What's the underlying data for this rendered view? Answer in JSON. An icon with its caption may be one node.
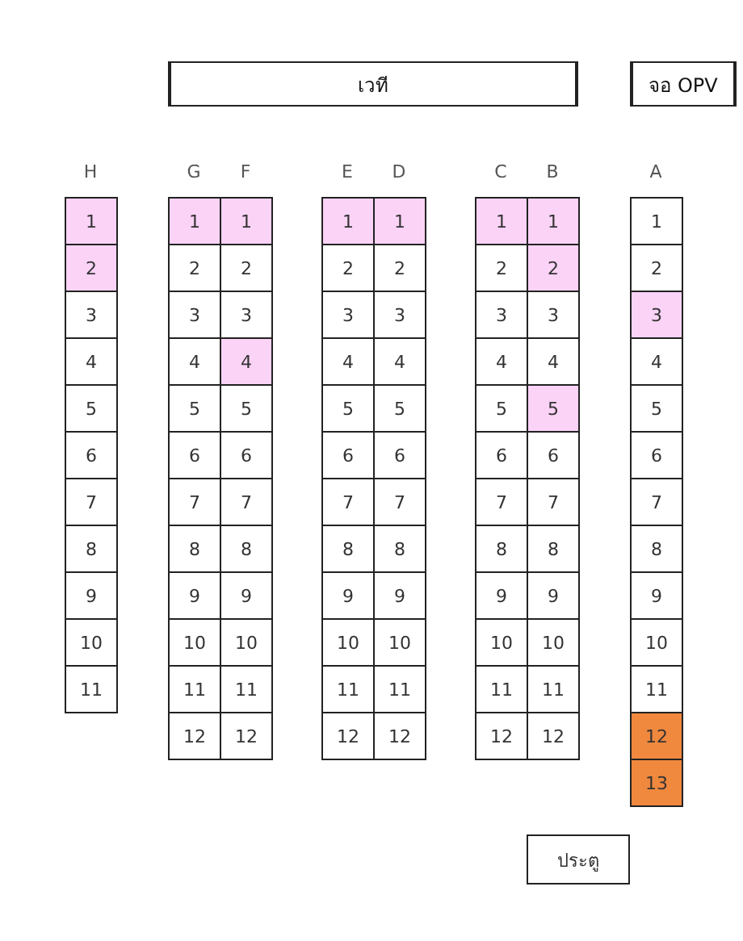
{
  "diagram": {
    "nodes": [
      {
        "text": [
          "เวที"
        ]
      },
      {
        "text": [
          "จอ OPV"
        ]
      },
      {
        "text": [
          "1"
        ]
      },
      {
        "text": [
          "1"
        ]
      },
      {
        "text": [
          "1"
        ]
      },
      {
        "text": [
          "1"
        ]
      },
      {
        "text": [
          "1"
        ]
      },
      {
        "text": [
          "1"
        ]
      },
      {
        "text": [
          "1"
        ]
      },
      {
        "text": [
          "1"
        ]
      },
      {
        "text": [
          "2"
        ]
      },
      {
        "text": [
          "2"
        ]
      },
      {
        "text": [
          "2"
        ]
      },
      {
        "text": [
          "2"
        ]
      },
      {
        "text": [
          "2"
        ]
      },
      {
        "text": [
          "2"
        ]
      },
      {
        "text": [
          "2"
        ]
      },
      {
        "text": [
          "2"
        ]
      },
      {
        "text": [
          "3"
        ]
      },
      {
        "text": [
          "3"
        ]
      },
      {
        "text": [
          "3"
        ]
      },
      {
        "text": [
          "3"
        ]
      },
      {
        "text": [
          "3"
        ]
      },
      {
        "text": [
          "3"
        ]
      },
      {
        "text": [
          "3"
        ]
      },
      {
        "text": [
          "3"
        ]
      },
      {
        "text": [
          "4"
        ]
      },
      {
        "text": [
          "4"
        ]
      },
      {
        "text": [
          "4"
        ]
      },
      {
        "text": [
          "4"
        ]
      },
      {
        "text": [
          "4"
        ]
      },
      {
        "text": [
          "4"
        ]
      },
      {
        "text": [
          "4"
        ]
      },
      {
        "text": [
          "4"
        ]
      },
      {
        "text": [
          "5"
        ]
      },
      {
        "text": [
          "5"
        ]
      },
      {
        "text": [
          "5"
        ]
      },
      {
        "text": [
          "5"
        ]
      },
      {
        "text": [
          "5"
        ]
      },
      {
        "text": [
          "5"
        ]
      },
      {
        "text": [
          "5"
        ]
      },
      {
        "text": [
          "5"
        ]
      },
      {
        "text": [
          "6"
        ]
      },
      {
        "text": [
          "6"
        ]
      },
      {
        "text": [
          "6"
        ]
      },
      {
        "text": [
          "6"
        ]
      },
      {
        "text": [
          "6"
        ]
      },
      {
        "text": [
          "6"
        ]
      },
      {
        "text": [
          "6"
        ]
      },
      {
        "text": [
          "6"
        ]
      },
      {
        "text": [
          "7"
        ]
      },
      {
        "text": [
          "7"
        ]
      },
      {
        "text": [
          "7"
        ]
      },
      {
        "text": [
          "7"
        ]
      },
      {
        "text": [
          "7"
        ]
      },
      {
        "text": [
          "7"
        ]
      },
      {
        "text": [
          "7"
        ]
      },
      {
        "text": [
          "7"
        ]
      },
      {
        "text": [
          "8"
        ]
      },
      {
        "text": [
          "8"
        ]
      },
      {
        "text": [
          "8"
        ]
      },
      {
        "text": [
          "8"
        ]
      },
      {
        "text": [
          "8"
        ]
      },
      {
        "text": [
          "8"
        ]
      },
      {
        "text": [
          "8"
        ]
      },
      {
        "text": [
          "8"
        ]
      },
      {
        "text": [
          "9"
        ]
      },
      {
        "text": [
          "9"
        ]
      },
      {
        "text": [
          "9"
        ]
      },
      {
        "text": [
          "9"
        ]
      },
      {
        "text": [
          "9"
        ]
      },
      {
        "text": [
          "9"
        ]
      },
      {
        "text": [
          "9"
        ]
      },
      {
        "text": [
          "9"
        ]
      },
      {
        "text": [
          "10"
        ]
      },
      {
        "text": [
          "10"
        ]
      },
      {
        "text": [
          "10"
        ]
      },
      {
        "text": [
          "10"
        ]
      },
      {
        "text": [
          "10"
        ]
      },
      {
        "text": [
          "10"
        ]
      },
      {
        "text": [
          "10"
        ]
      },
      {
        "text": [
          "10"
        ]
      },
      {
        "text": [
          "11"
        ]
      },
      {
        "text": [
          "11"
        ]
      },
      {
        "text": [
          "11"
        ]
      },
      {
        "text": [
          "11"
        ]
      },
      {
        "text": [
          "11"
        ]
      },
      {
        "text": [
          "11"
        ]
      },
      {
        "text": [
          "11"
        ]
      },
      {
        "text": [
          "11"
        ]
      },
      {
        "text": [
          "12"
        ]
      },
      {
        "text": [
          "12"
        ]
      },
      {
        "text": [
          "12"
        ]
      },
      {
        "text": [
          "12"
        ]
      },
      {
        "text": [
          "12"
        ]
      },
      {
        "text": [
          "12"
        ]
      },
      {
        "text": [
          "12"
        ]
      },
      {
        "text": [
          "13"
        ]
      },
      {
        "text": [
          "ประตู"
        ]
      }
    ],
    "labels": [
      "H",
      "G",
      "F",
      "E",
      "D",
      "C",
      "B",
      "A"
    ]
  }
}
